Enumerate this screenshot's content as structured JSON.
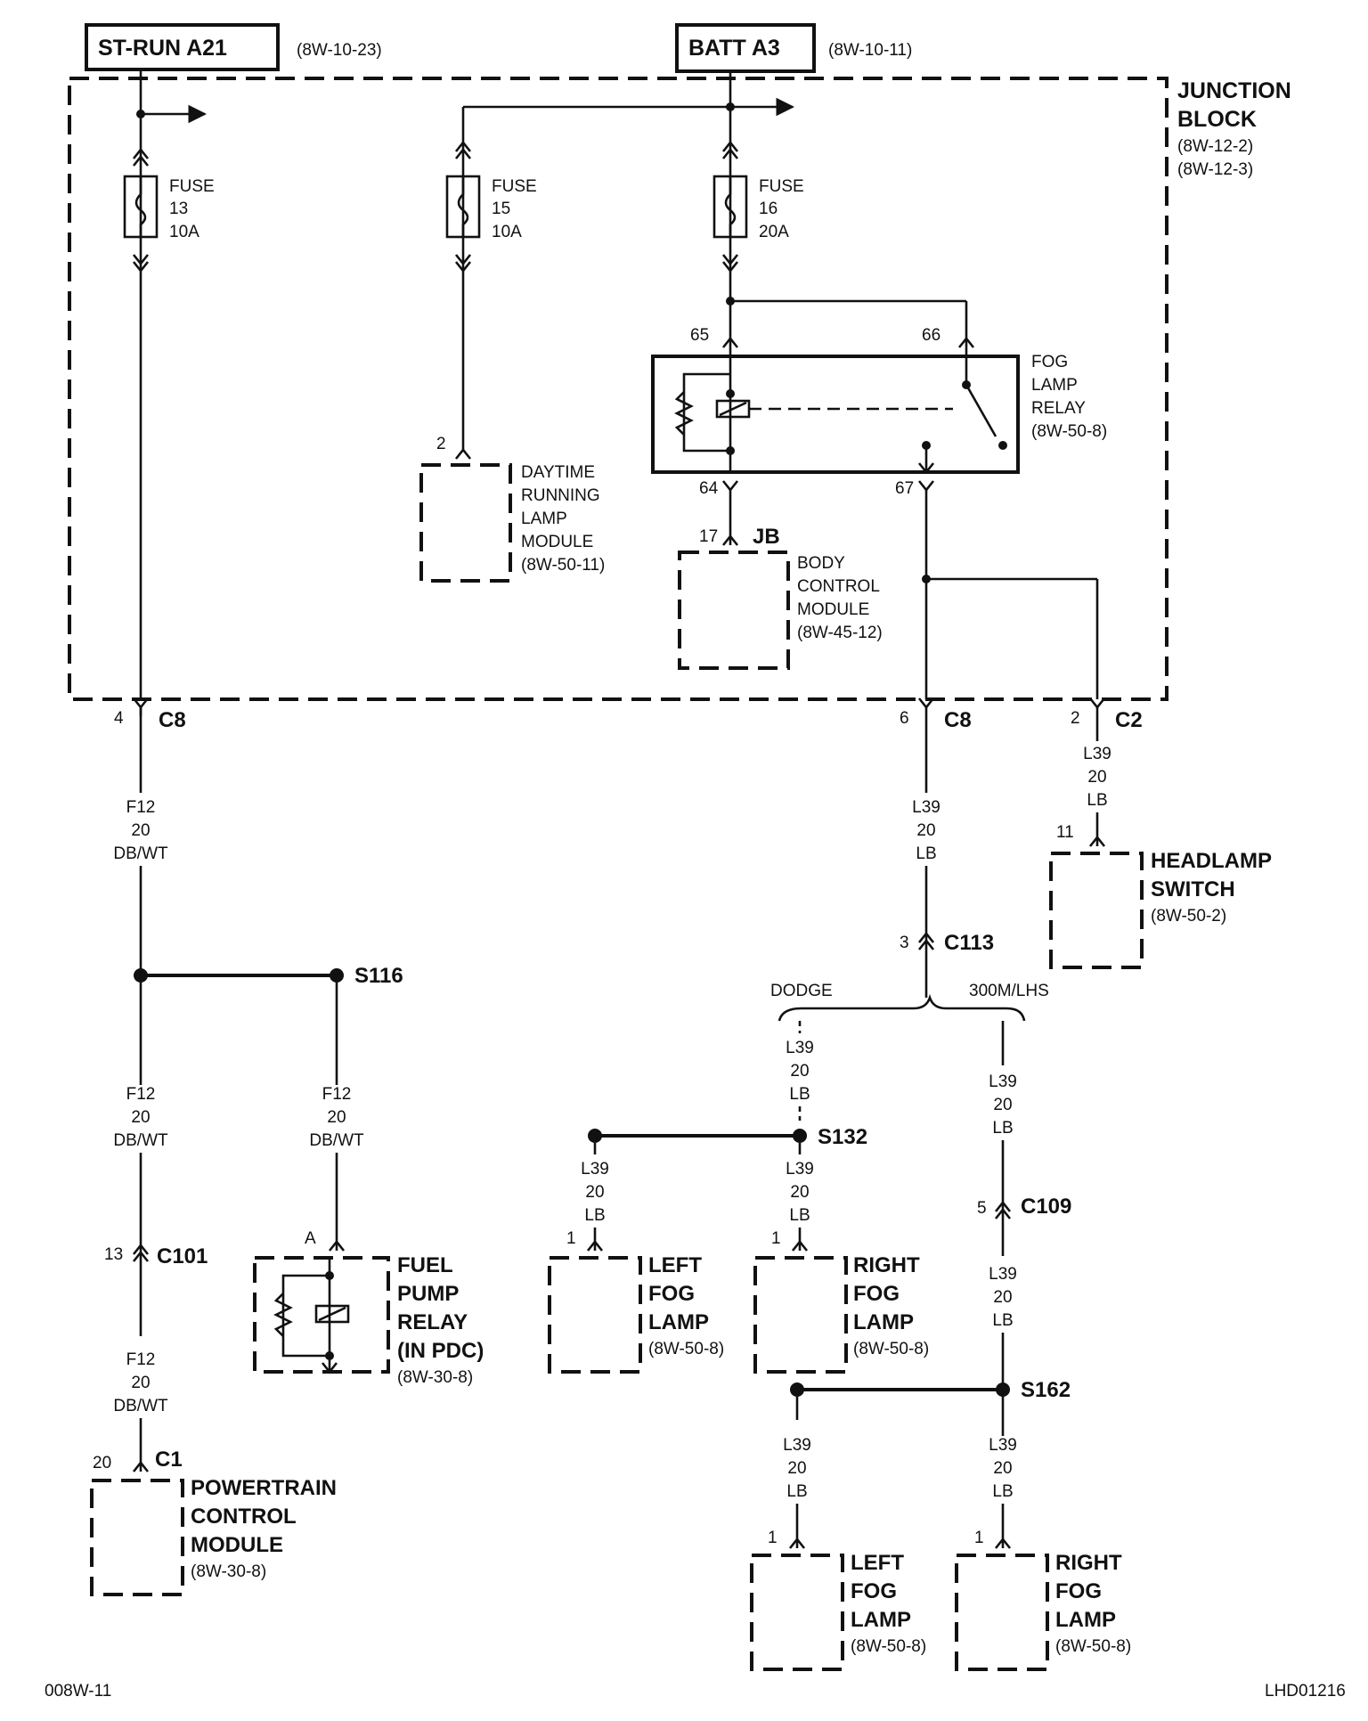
{
  "power_sources": {
    "st_run": {
      "label": "ST-RUN A21",
      "ref": "(8W-10-23)"
    },
    "batt": {
      "label": "BATT A3",
      "ref": "(8W-10-11)"
    }
  },
  "junction_block": {
    "line1": "JUNCTION",
    "line2": "BLOCK",
    "ref1": "(8W-12-2)",
    "ref2": "(8W-12-3)"
  },
  "fuses": [
    {
      "word": "FUSE",
      "number": "13",
      "rating": "10A"
    },
    {
      "word": "FUSE",
      "number": "15",
      "rating": "10A"
    },
    {
      "word": "FUSE",
      "number": "16",
      "rating": "20A"
    }
  ],
  "fog_relay": {
    "lines": [
      "FOG",
      "LAMP",
      "RELAY",
      "(8W-50-8)"
    ],
    "pins": {
      "p65": "65",
      "p66": "66",
      "p64": "64",
      "p67": "67"
    }
  },
  "drl_module": {
    "pin": "2",
    "lines": [
      "DAYTIME",
      "RUNNING",
      "LAMP",
      "MODULE",
      "(8W-50-11)"
    ]
  },
  "bcm": {
    "pin": "17",
    "connector": "JB",
    "lines": [
      "BODY",
      "CONTROL",
      "MODULE",
      "(8W-45-12)"
    ]
  },
  "connectors": {
    "c8_left": {
      "pin": "4",
      "name": "C8"
    },
    "c8_right": {
      "pin": "6",
      "name": "C8"
    },
    "c2": {
      "pin": "2",
      "name": "C2"
    },
    "c113": {
      "pin": "3",
      "name": "C113"
    },
    "c101": {
      "pin": "13",
      "name": "C101"
    },
    "c1": {
      "pin": "20",
      "name": "C1"
    },
    "c109": {
      "pin": "5",
      "name": "C109"
    }
  },
  "splices": {
    "s116": "S116",
    "s132": "S132",
    "s162": "S162"
  },
  "wire_f12": {
    "circuit": "F12",
    "gauge": "20",
    "color": "DB/WT"
  },
  "wire_l39": {
    "circuit": "L39",
    "gauge": "20",
    "color": "LB"
  },
  "headlamp_switch": {
    "pin": "11",
    "line1": "HEADLAMP",
    "line2": "SWITCH",
    "ref": "(8W-50-2)"
  },
  "branch_labels": {
    "dodge": "DODGE",
    "chrysler": "300M/LHS"
  },
  "fuel_pump_relay": {
    "pin": "A",
    "lines": [
      "FUEL",
      "PUMP",
      "RELAY",
      "(IN PDC)"
    ],
    "ref": "(8W-30-8)"
  },
  "pcm": {
    "lines": [
      "POWERTRAIN",
      "CONTROL",
      "MODULE"
    ],
    "ref": "(8W-30-8)"
  },
  "fog_lamps": {
    "dodge_left": {
      "pin": "1",
      "lines": [
        "LEFT",
        "FOG",
        "LAMP"
      ],
      "ref": "(8W-50-8)"
    },
    "dodge_right": {
      "pin": "1",
      "lines": [
        "RIGHT",
        "FOG",
        "LAMP"
      ],
      "ref": "(8W-50-8)"
    },
    "chr_left": {
      "pin": "1",
      "lines": [
        "LEFT",
        "FOG",
        "LAMP"
      ],
      "ref": "(8W-50-8)"
    },
    "chr_right": {
      "pin": "1",
      "lines": [
        "RIGHT",
        "FOG",
        "LAMP"
      ],
      "ref": "(8W-50-8)"
    }
  },
  "footer": {
    "left": "008W-11",
    "right": "LHD01216"
  }
}
